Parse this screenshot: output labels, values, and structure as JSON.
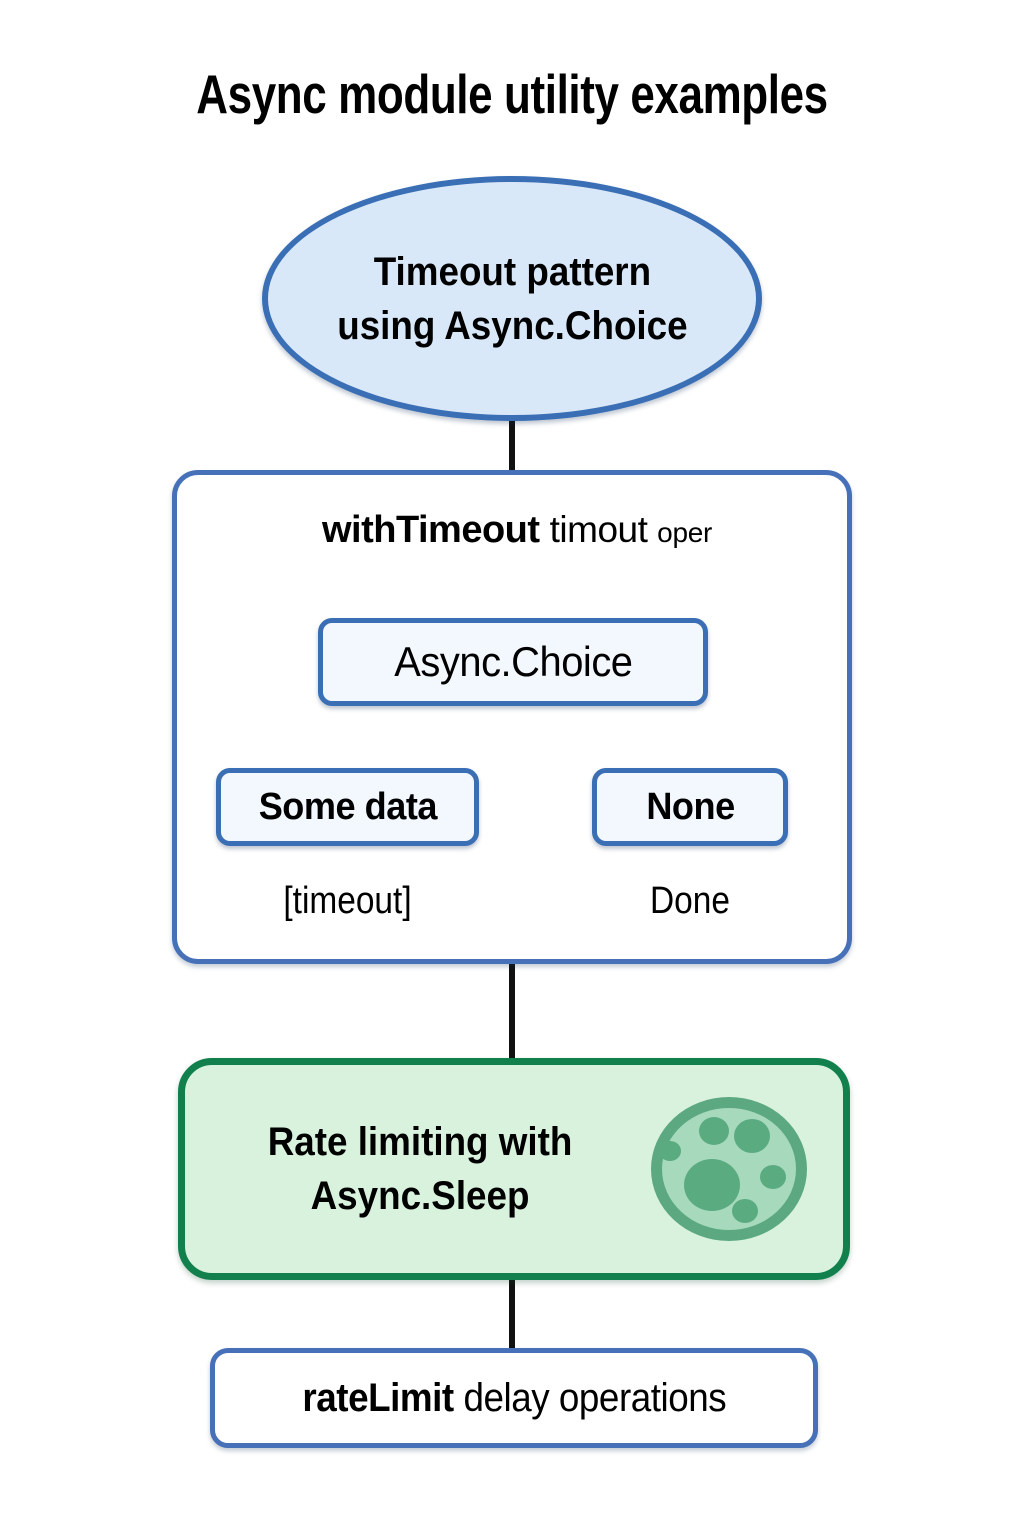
{
  "title": "Async module utility examples",
  "nodes": {
    "ellipse": {
      "line1": "Timeout pattern",
      "line2": "using Async.Choice"
    },
    "group": {
      "heading_bold": "withTimeout",
      "heading_regular": "timout",
      "heading_small": "oper",
      "choice_box": "Async.Choice",
      "branch_left_box": "Some data",
      "branch_left_label": "[timeout]",
      "branch_right_box": "None",
      "branch_right_label": "Done"
    },
    "green": {
      "line1": "Rate limiting with",
      "line2": "Async.Sleep",
      "icon": "cell-blob-icon"
    },
    "bottom": {
      "bold": "rateLimit",
      "regular": "delay operations"
    }
  },
  "colors": {
    "node_blue_border": "#3a6fb5",
    "node_blue_fill": "#f2f8fd",
    "ellipse_fill": "#d9e8f8",
    "group_border": "#4671b8",
    "green_border": "#12804c",
    "green_fill": "#d9f2de",
    "connector": "#111111",
    "text": "#000000"
  }
}
